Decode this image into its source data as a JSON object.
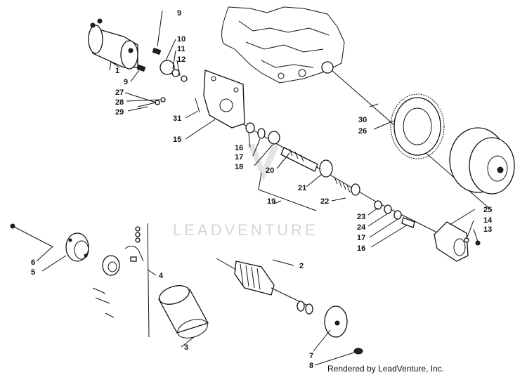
{
  "watermark": {
    "brand": "LEADVENTURE"
  },
  "credit": "Rendered by LeadVenture, Inc.",
  "callouts": {
    "c1": "1",
    "c2": "2",
    "c3": "3",
    "c4": "4",
    "c5": "5",
    "c6": "6",
    "c7": "7",
    "c8": "8",
    "c9a": "9",
    "c9b": "9",
    "c10": "10",
    "c11": "11",
    "c12": "12",
    "c13": "13",
    "c14": "14",
    "c15": "15",
    "c16a": "16",
    "c16b": "16",
    "c17a": "17",
    "c17b": "17",
    "c18": "18",
    "c19": "19",
    "c20": "20",
    "c21": "21",
    "c22": "22",
    "c23": "23",
    "c24": "24",
    "c25": "25",
    "c26": "26",
    "c27": "27",
    "c28": "28",
    "c29": "29",
    "c30": "30",
    "c31": "31"
  }
}
